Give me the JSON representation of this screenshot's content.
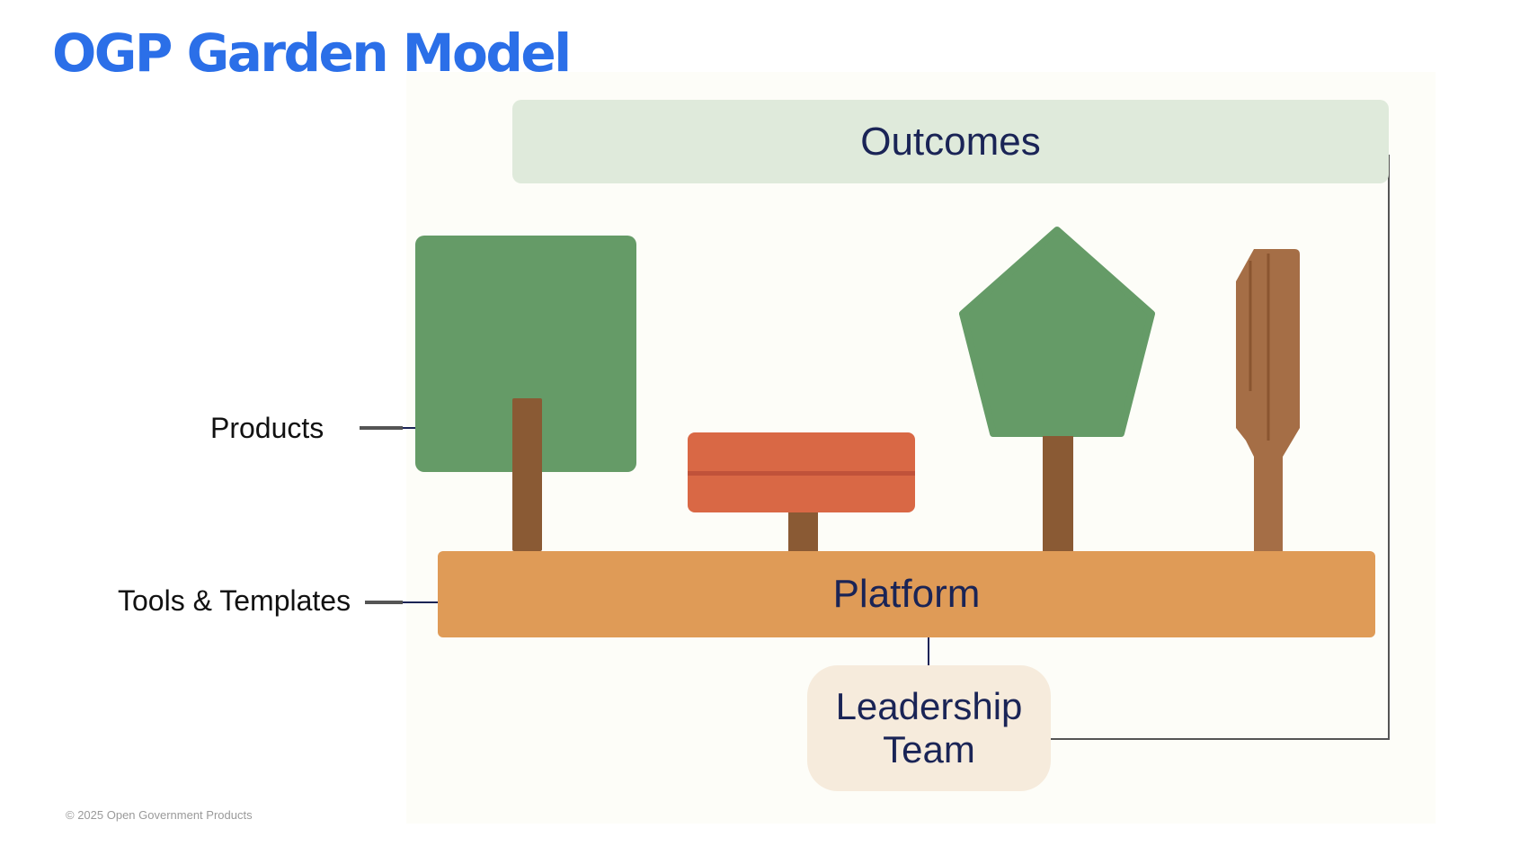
{
  "title": "OGP Garden Model",
  "diagram": {
    "outcomes_label": "Outcomes",
    "platform_label": "Platform",
    "leadership_label_line1": "Leadership",
    "leadership_label_line2": "Team",
    "side_labels": {
      "products": "Products",
      "tools_templates": "Tools & Templates"
    },
    "items": [
      {
        "name": "square-tree",
        "shape": "square",
        "color": "#659b67"
      },
      {
        "name": "signboard",
        "shape": "sign",
        "color": "#d96845"
      },
      {
        "name": "pentagon-tree",
        "shape": "pentagon",
        "color": "#659b67"
      },
      {
        "name": "paddle",
        "shape": "paddle",
        "color": "#a56e46"
      }
    ],
    "colors": {
      "title": "#2b6fe8",
      "text_dark": "#1a2456",
      "outcomes_bg": "#dfeadb",
      "platform_bg": "#df9b57",
      "leadership_bg": "#f6ebdc",
      "trunk": "#8a5a34"
    }
  },
  "footer": "© 2025 Open Government Products"
}
